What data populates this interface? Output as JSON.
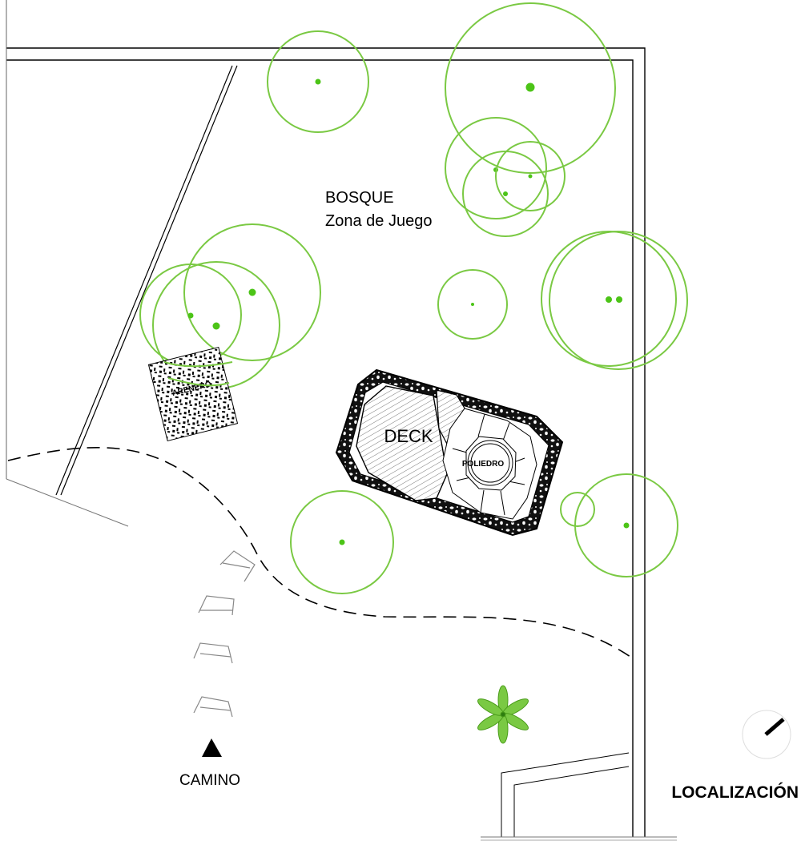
{
  "labels": {
    "zone_title": "BOSQUE",
    "zone_subtitle": "Zona de Juego",
    "deck": "DECK",
    "poliedro": "POLIEDRO",
    "sandbox": "ARENERO",
    "path": "CAMINO",
    "location": "LOCALIZACIÓN"
  },
  "colors": {
    "tree_green": "#7ac943",
    "tree_dot": "#4cc417",
    "line": "#000000",
    "light_line": "#999999"
  },
  "icons": {
    "path_arrow": "triangle-up-icon",
    "north_arrow": "north-arrow-icon",
    "palm": "palm-tree-icon"
  }
}
